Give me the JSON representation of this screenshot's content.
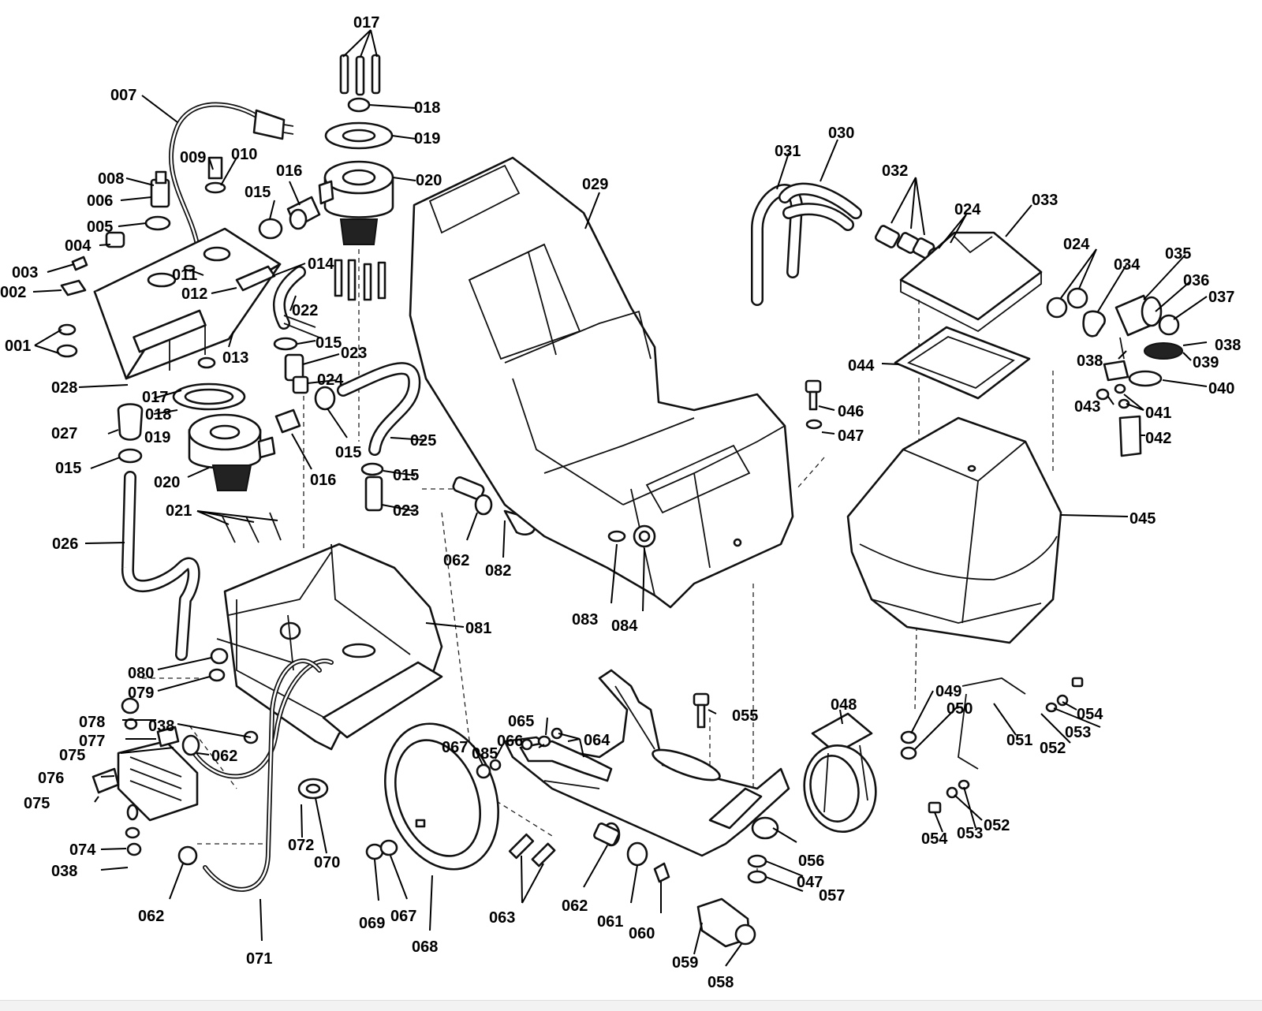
{
  "callouts": {
    "c001": "001",
    "c002": "002",
    "c003": "003",
    "c004": "004",
    "c005": "005",
    "c006": "006",
    "c007": "007",
    "c008": "008",
    "c009": "009",
    "c010": "010",
    "c011": "011",
    "c012": "012",
    "c013": "013",
    "c014": "014",
    "c015": "015",
    "c016": "016",
    "c017": "017",
    "c018": "018",
    "c019": "019",
    "c020": "020",
    "c021": "021",
    "c022": "022",
    "c023": "023",
    "c024": "024",
    "c025": "025",
    "c026": "026",
    "c027": "027",
    "c028": "028",
    "c029": "029",
    "c030": "030",
    "c031": "031",
    "c032": "032",
    "c033": "033",
    "c034": "034",
    "c035": "035",
    "c036": "036",
    "c037": "037",
    "c038": "038",
    "c039": "039",
    "c040": "040",
    "c041": "041",
    "c042": "042",
    "c043": "043",
    "c044": "044",
    "c045": "045",
    "c046": "046",
    "c047": "047",
    "c048": "048",
    "c049": "049",
    "c050": "050",
    "c051": "051",
    "c052": "052",
    "c053": "053",
    "c054": "054",
    "c055": "055",
    "c056": "056",
    "c057": "057",
    "c058": "058",
    "c059": "059",
    "c060": "060",
    "c061": "061",
    "c062": "062",
    "c063": "063",
    "c064": "064",
    "c065": "065",
    "c066": "066",
    "c067": "067",
    "c068": "068",
    "c069": "069",
    "c070": "070",
    "c071": "071",
    "c072": "072",
    "c074": "074",
    "c075": "075",
    "c076": "076",
    "c077": "077",
    "c078": "078",
    "c079": "079",
    "c080": "080",
    "c081": "081",
    "c082": "082",
    "c083": "083",
    "c084": "084",
    "c085": "085"
  },
  "palette": {
    "line": "#111111",
    "background": "#ffffff"
  }
}
